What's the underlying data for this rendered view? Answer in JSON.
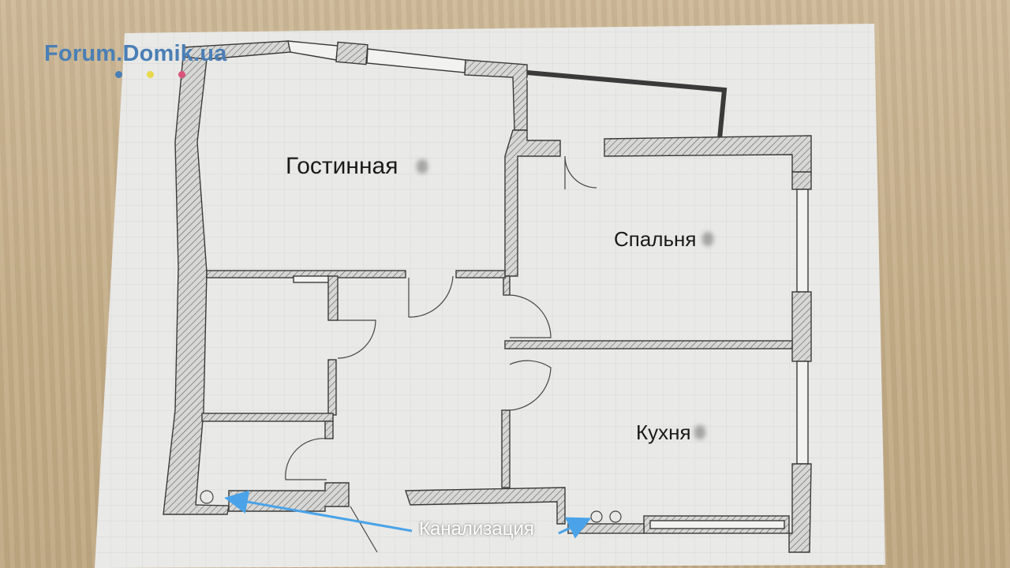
{
  "watermark": {
    "text": "Forum.Domik.ua",
    "color": "#4a7fb5",
    "dot_colors": [
      "#4a7fb5",
      "#e8d84a",
      "#d8547a"
    ]
  },
  "rooms": {
    "living_room": "Гостинная",
    "bedroom": "Спальня",
    "kitchen": "Кухня"
  },
  "annotation": {
    "label": "Канализация",
    "arrow_color": "#4aa3e8"
  },
  "colors": {
    "wall": "#3a3a3a",
    "paper": "#e9e9e7",
    "grid": "#c9cacb",
    "table": "#c9b493"
  }
}
